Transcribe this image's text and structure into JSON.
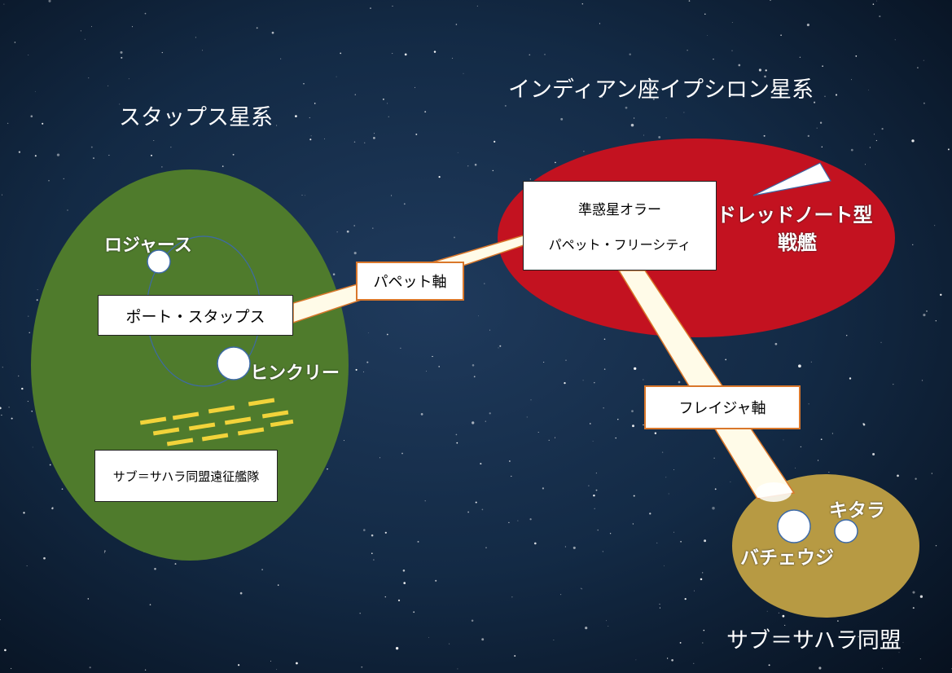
{
  "systems": {
    "stapps": "スタップス星系",
    "indian": "インディアン座イプシロン星系",
    "sab": "サブ＝サハラ同盟"
  },
  "nodes": {
    "rogers": "ロジャース",
    "port": "ポート・スタップス",
    "hinckley": "ヒンクリー",
    "fleet": "サブ＝サハラ同盟遠征艦隊",
    "olar_line1": "準惑星オラー",
    "olar_line2": "パペット・フリーシティ",
    "dreadnought_line1": "ドレッドノート型",
    "dreadnought_line2": "戦艦",
    "kitara": "キタラ",
    "bachewuji": "バチェウジ"
  },
  "axes": {
    "puppet": "パペット軸",
    "freija": "フレイジャ軸"
  },
  "colors": {
    "space": "#0c1a2e",
    "stapps_region": "#4f7b2c",
    "indian_region": "#c31220",
    "sab_region": "#b79a43",
    "fleet_ships": "#f2d33a",
    "axis_border": "#d9772b"
  }
}
